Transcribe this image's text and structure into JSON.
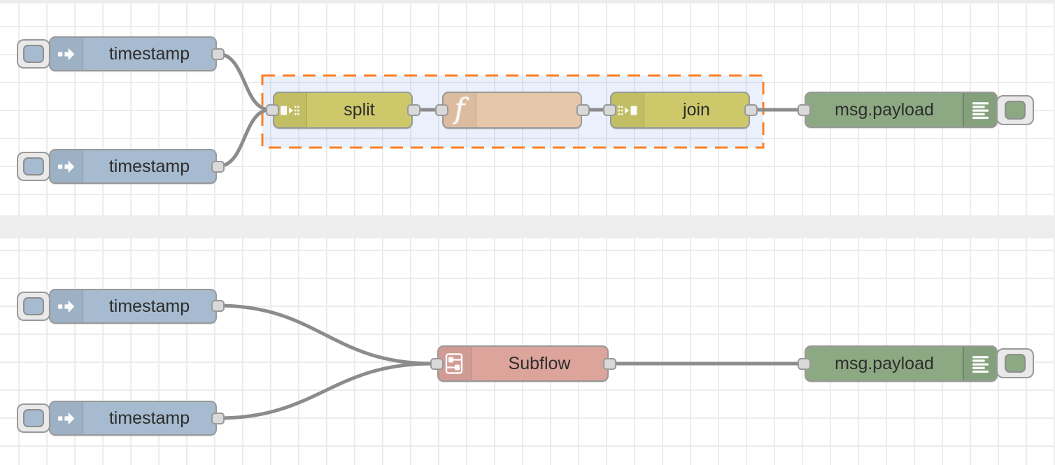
{
  "app": {
    "name": "Node-RED flow editor workspace"
  },
  "colors": {
    "inject_node": "#a6bbcf",
    "split_join_node": "#cdc96a",
    "function_node": "#e7c7a9",
    "subflow_node": "#dca49b",
    "debug_node": "#8da983",
    "selection_border": "#ff7f23",
    "selection_fill": "rgba(90,150,230,0.13)",
    "wire": "#8c8c8c",
    "grid_line": "#ececec",
    "divider_band": "#ededed"
  },
  "nodes": {
    "inject_top_1": {
      "type": "inject",
      "label": "timestamp"
    },
    "inject_top_2": {
      "type": "inject",
      "label": "timestamp"
    },
    "split": {
      "type": "split",
      "label": "split"
    },
    "function": {
      "type": "function",
      "label": ""
    },
    "join": {
      "type": "join",
      "label": "join"
    },
    "debug_top": {
      "type": "debug",
      "label": "msg.payload"
    },
    "inject_bot_1": {
      "type": "inject",
      "label": "timestamp"
    },
    "inject_bot_2": {
      "type": "inject",
      "label": "timestamp"
    },
    "subflow": {
      "type": "subflow",
      "label": "Subflow"
    },
    "debug_bot": {
      "type": "debug",
      "label": "msg.payload"
    }
  },
  "selection": {
    "contains": [
      "split",
      "function",
      "join"
    ],
    "style": "orange dashed rectangle with light blue fill"
  },
  "wires": [
    {
      "from": "inject_top_1",
      "to": "split"
    },
    {
      "from": "inject_top_2",
      "to": "split"
    },
    {
      "from": "split",
      "to": "function"
    },
    {
      "from": "function",
      "to": "join"
    },
    {
      "from": "join",
      "to": "debug_top"
    },
    {
      "from": "inject_bot_1",
      "to": "subflow"
    },
    {
      "from": "inject_bot_2",
      "to": "subflow"
    },
    {
      "from": "subflow",
      "to": "debug_bot"
    }
  ],
  "icons": {
    "inject": "inject-arrow-icon",
    "split": "split-icon",
    "join": "join-icon",
    "function": "function-f-icon",
    "subflow": "subflow-icon",
    "debug": "debug-list-icon"
  }
}
